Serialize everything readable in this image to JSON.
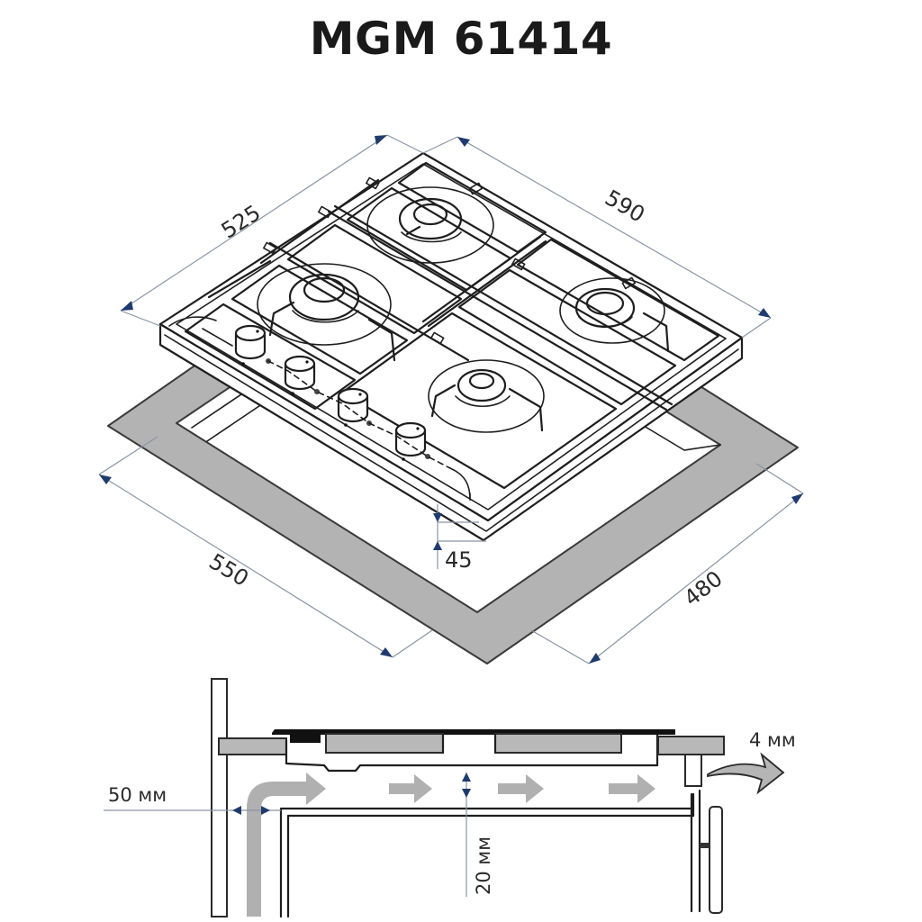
{
  "title": "MGM 61414",
  "isometric_view": {
    "dimensions": {
      "hob_width": "590",
      "hob_depth": "525",
      "cutout_width": "550",
      "cutout_depth": "480",
      "embed_height": "45"
    },
    "burners": 4,
    "control_knobs": 4,
    "colors": {
      "line": "#1e1e1e",
      "gasket_fill": "#b3b3b3",
      "dimension_line": "#8a95a3",
      "dimension_arrow": "#1f3a6e"
    }
  },
  "section_view": {
    "labels": {
      "wall_clearance": "50 мм",
      "air_gap": "20 мм",
      "vent_gap": "4 мм"
    },
    "colors": {
      "airflow_arrow": "#b0b0b0",
      "countertop": "#b8b8b8"
    }
  }
}
